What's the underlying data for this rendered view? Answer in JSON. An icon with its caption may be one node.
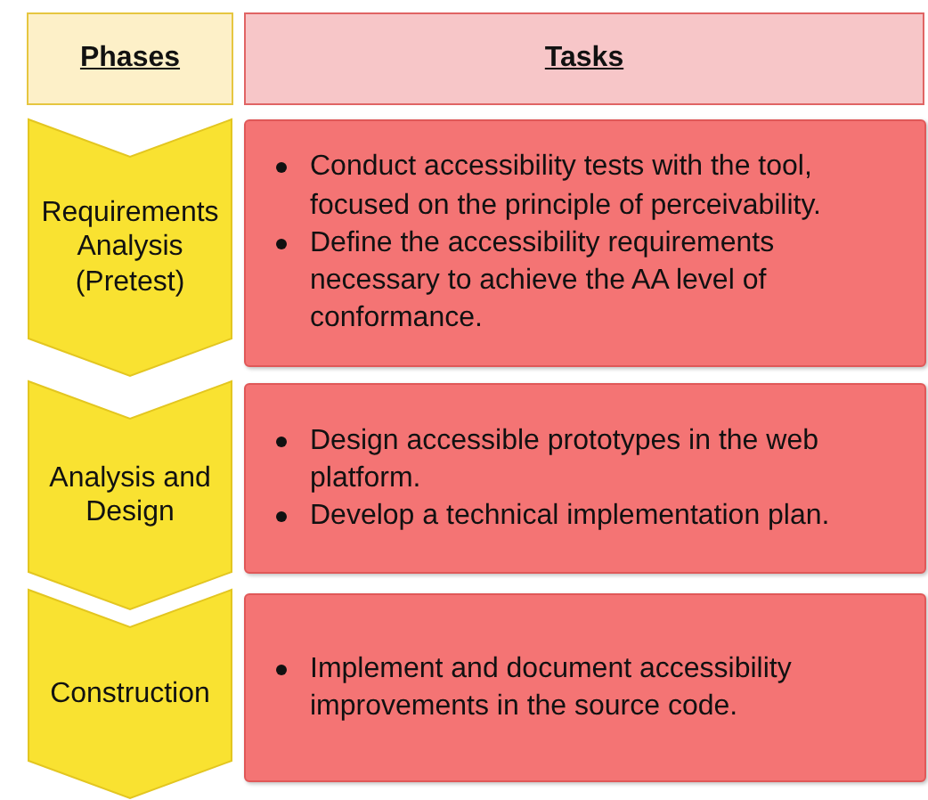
{
  "diagram": {
    "nodes": [
      {
        "text": [
          "Phases"
        ]
      },
      {
        "text": [
          "Tasks"
        ]
      },
      {
        "text": [
          "Requirements Analysis (Pretest)"
        ]
      },
      {
        "text": [
          "Conduct accessibility tests with the tool, focused on the principle of perceivability.",
          "Define the accessibility requirements necessary to achieve the AA level of conformance."
        ]
      },
      {
        "text": [
          "Analysis and Design"
        ]
      },
      {
        "text": [
          "Design accessible prototypes in the web platform.",
          "Develop a technical implementation plan."
        ]
      },
      {
        "text": [
          "Construction"
        ]
      },
      {
        "text": [
          "Implement and document accessibility improvements in the source code."
        ]
      }
    ]
  }
}
